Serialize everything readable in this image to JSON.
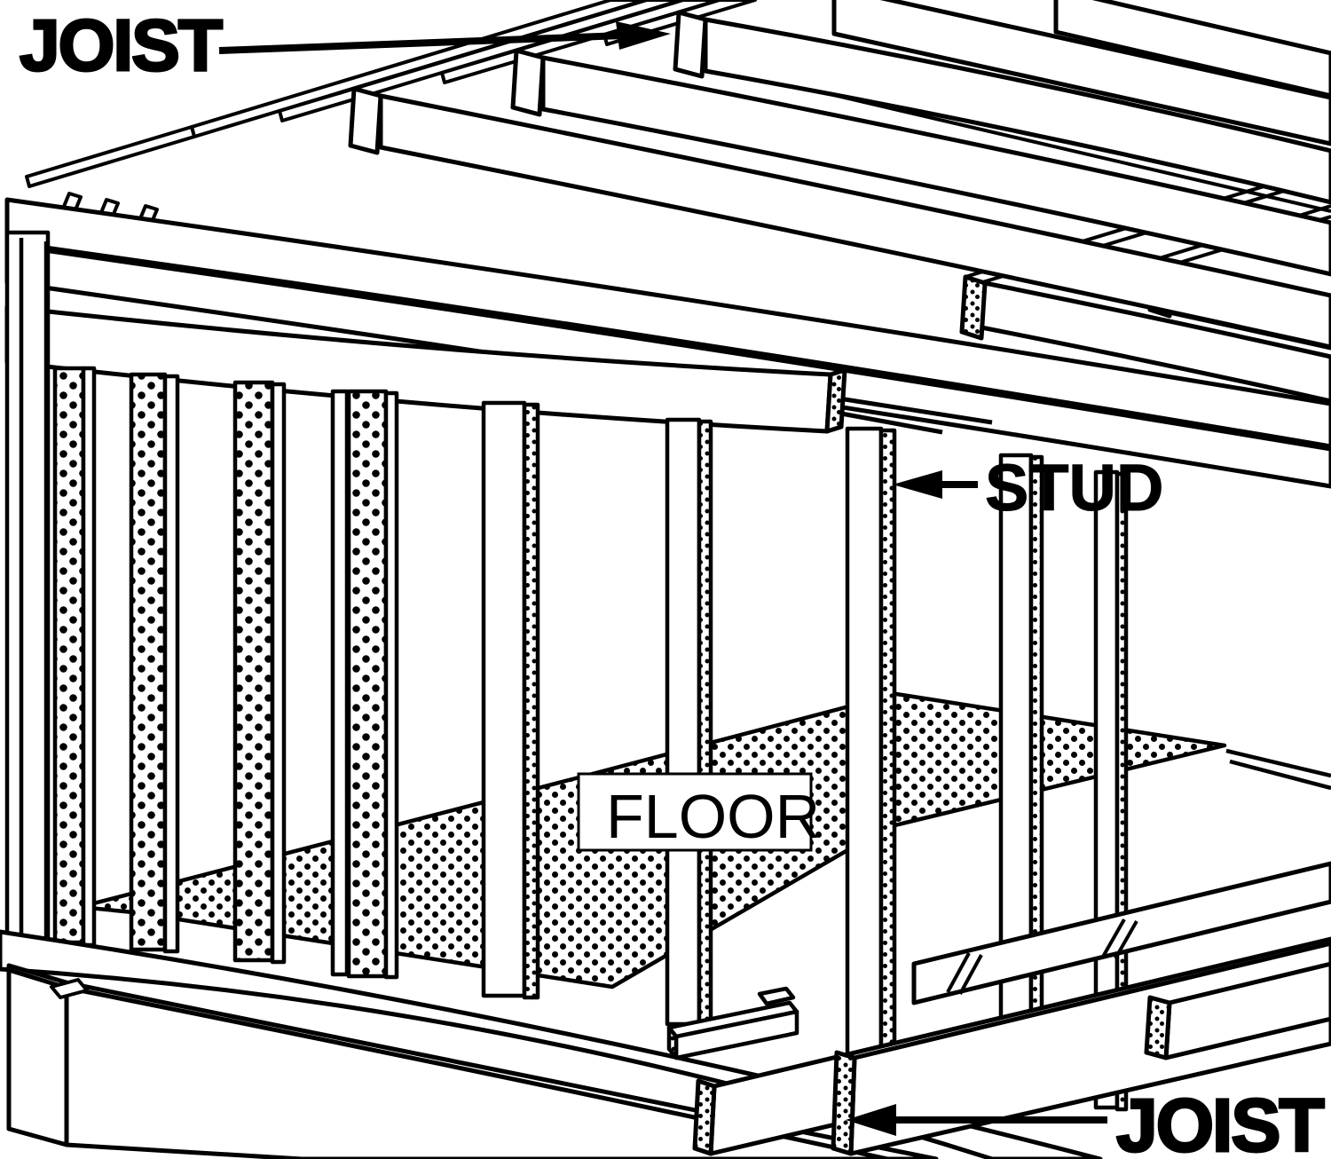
{
  "figure": {
    "title": "House framing members diagram",
    "style": "black ink line illustration on white",
    "ink_color": "#000000",
    "background_color": "#ffffff",
    "textures": {
      "stud_side_face": "polka-dot stipple",
      "floor_sheet": "dense dot stipple",
      "cut_end_faces": "small dot stipple"
    }
  },
  "labels": {
    "joist_top": {
      "text": "JOIST",
      "position": "top-left",
      "arrow": "points right to ceiling joist end"
    },
    "stud": {
      "text": "STUD",
      "position": "middle-right",
      "arrow": "points left to wall stud"
    },
    "floor": {
      "text": "FLOOR",
      "position": "center on stippled subfloor",
      "arrow": "none"
    },
    "joist_bottom": {
      "text": "JOIST",
      "position": "bottom-right",
      "arrow": "points left to floor joist end"
    }
  }
}
